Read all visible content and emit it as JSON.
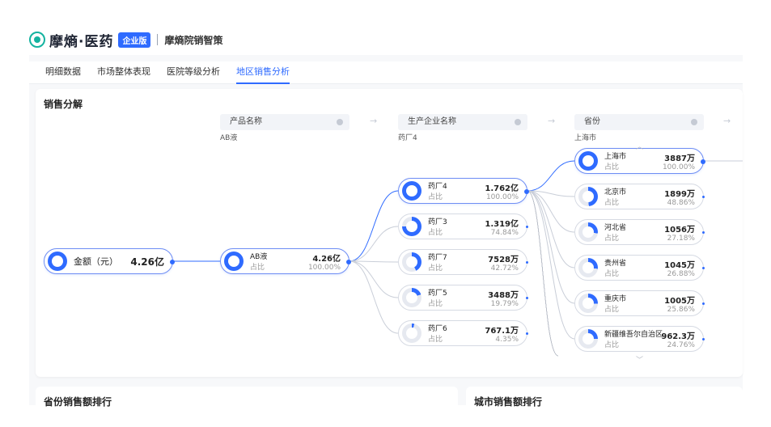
{
  "brand": {
    "logo": "摩熵·医药",
    "edition": "企业版",
    "product": "摩熵院销智策"
  },
  "tabs": [
    {
      "label": "明细数据",
      "active": false
    },
    {
      "label": "市场整体表现",
      "active": false
    },
    {
      "label": "医院等级分析",
      "active": false
    },
    {
      "label": "地区销售分析",
      "active": true
    }
  ],
  "section_title": "销售分解",
  "columns": [
    {
      "header": "产品名称",
      "selected": "AB液"
    },
    {
      "header": "生产企业名称",
      "selected": "药厂4"
    },
    {
      "header": "省份",
      "selected": "上海市"
    }
  ],
  "root": {
    "name": "金额（元）",
    "value": "4.26亿",
    "share": 1.0
  },
  "share_label": "占比",
  "products": [
    {
      "name": "AB液",
      "value": "4.26亿",
      "pct": "100.00%",
      "share": 1.0
    }
  ],
  "manufacturers": [
    {
      "name": "药厂4",
      "value": "1.762亿",
      "pct": "100.00%",
      "share": 1.0
    },
    {
      "name": "药厂3",
      "value": "1.319亿",
      "pct": "74.84%",
      "share": 0.7484
    },
    {
      "name": "药厂7",
      "value": "7528万",
      "pct": "42.72%",
      "share": 0.4272
    },
    {
      "name": "药厂5",
      "value": "3488万",
      "pct": "19.79%",
      "share": 0.1979
    },
    {
      "name": "药厂6",
      "value": "767.1万",
      "pct": "4.35%",
      "share": 0.0435
    }
  ],
  "provinces": [
    {
      "name": "上海市",
      "value": "3887万",
      "pct": "100.00%",
      "share": 1.0
    },
    {
      "name": "北京市",
      "value": "1899万",
      "pct": "48.86%",
      "share": 0.4886
    },
    {
      "name": "河北省",
      "value": "1056万",
      "pct": "27.18%",
      "share": 0.2718
    },
    {
      "name": "贵州省",
      "value": "1045万",
      "pct": "26.88%",
      "share": 0.2688
    },
    {
      "name": "重庆市",
      "value": "1005万",
      "pct": "25.86%",
      "share": 0.2586
    },
    {
      "name": "新疆维吾尔自治区",
      "value": "962.3万",
      "pct": "24.76%",
      "share": 0.2476
    }
  ],
  "bottom_panels": [
    "省份销售额排行",
    "城市销售额排行"
  ],
  "colors": {
    "accent": "#2f6bff",
    "ring_track": "#e6e9f0"
  }
}
